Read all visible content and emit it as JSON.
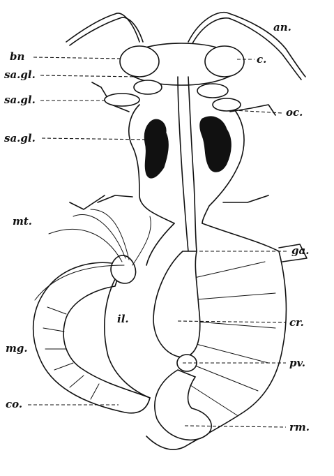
{
  "labels": {
    "an": "an.",
    "bn": "bn",
    "c": "c.",
    "sa_gl_1": "sa.gl.",
    "sa_gl_2": "sa.gl.",
    "sa_gl_3": "sa.gl.",
    "oc": "oc.",
    "mt": "mt.",
    "ga": "ga.",
    "il": "il.",
    "cr": "cr.",
    "mg": "mg.",
    "pv": "pv.",
    "co": "co.",
    "rm": "rm."
  }
}
